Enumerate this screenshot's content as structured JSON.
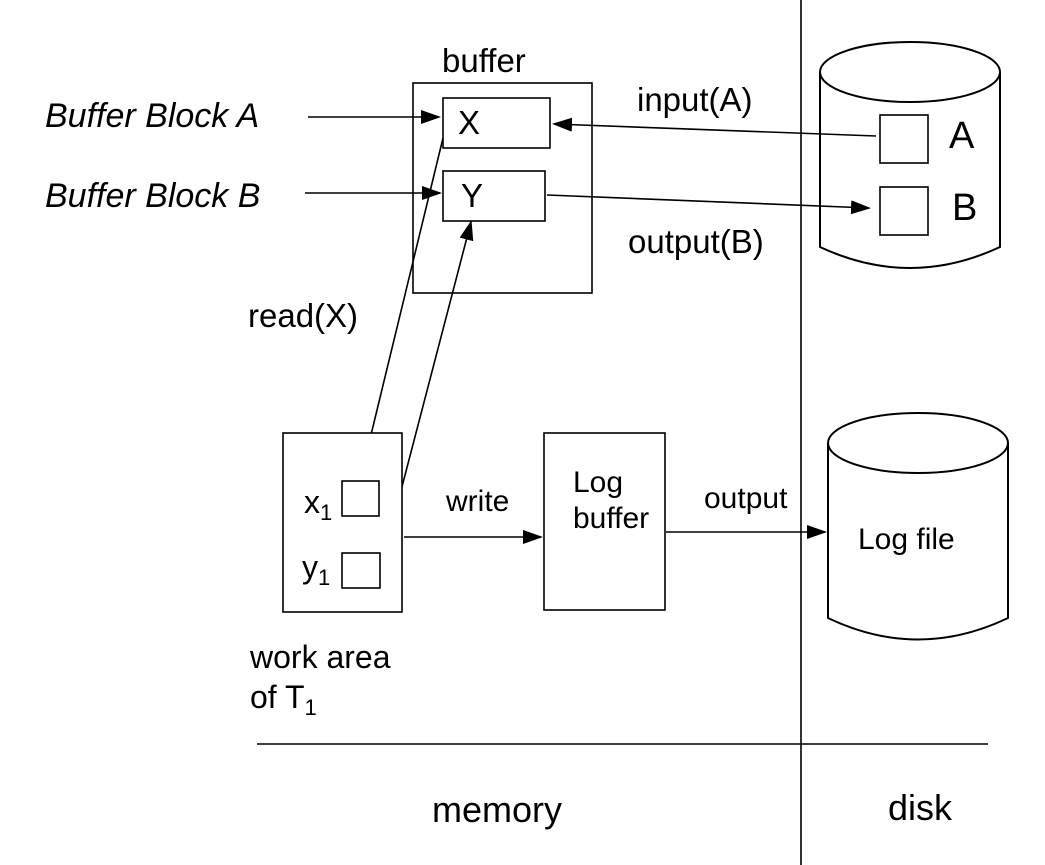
{
  "colors": {
    "accent": "#14148F",
    "ink": "#000000"
  },
  "title": {
    "buffer": "buffer"
  },
  "left_labels": {
    "block_a": "Buffer Block A",
    "block_b": "Buffer Block B"
  },
  "buffer_blocks": {
    "x": "X",
    "y": "Y"
  },
  "operations": {
    "input_a": "input(A)",
    "output_b": "output(B)",
    "read_x": "read(X)",
    "write": "write",
    "output": "output"
  },
  "disk_blocks": {
    "a": "A",
    "b": "B"
  },
  "work_area": {
    "x_var": "x",
    "x_sub": "1",
    "y_var": "y",
    "y_sub": "1",
    "caption1": "work area",
    "caption2": "of T",
    "caption2_sub": "1"
  },
  "log": {
    "buffer_line1": "Log",
    "buffer_line2": "buffer",
    "file": "Log file"
  },
  "regions": {
    "memory": "memory",
    "disk": "disk"
  }
}
